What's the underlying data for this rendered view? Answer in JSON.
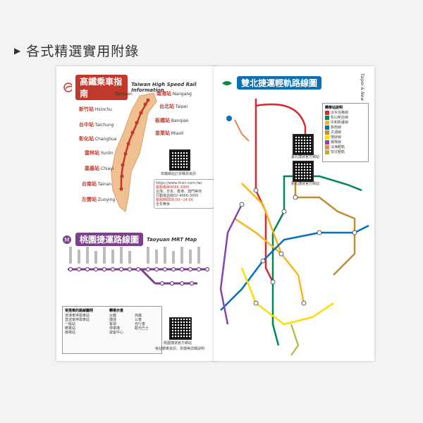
{
  "heading": {
    "marker": "▶",
    "text": "各式精選實用附錄"
  },
  "left": {
    "hsr": {
      "title": "高鐵乘車指南",
      "title_en": "Taiwan High Speed Rail Information",
      "stations": [
        {
          "zh": "桃園站",
          "en": "Taoyuan"
        },
        {
          "zh": "南港站",
          "en": "Nangang"
        },
        {
          "zh": "台北站",
          "en": "Taipei"
        },
        {
          "zh": "新竹站",
          "en": "Hsinchu"
        },
        {
          "zh": "板橋站",
          "en": "Banqiao"
        },
        {
          "zh": "苗栗站",
          "en": "Miaoli"
        },
        {
          "zh": "台中站",
          "en": "Taichung"
        },
        {
          "zh": "彰化站",
          "en": "Changhua"
        },
        {
          "zh": "雲林站",
          "en": "Yunlin"
        },
        {
          "zh": "嘉義站",
          "en": "Chiayi"
        },
        {
          "zh": "台南站",
          "en": "Tainan"
        },
        {
          "zh": "左營站",
          "en": "Zuoying"
        }
      ],
      "qr_caption": "高鐵網站訂票購票資訊",
      "info": [
        "https://www.thsrc.com.tw/",
        "客服專線4066-3000",
        "台灣、日本、香港、澳門等地",
        "行動電話撥02-4066-3000",
        "客服時間06:00~24:00",
        "全年無休"
      ]
    },
    "mrt": {
      "title": "桃園捷運路線圖",
      "title_en": "Taoyuan MRT Map",
      "legend_title": "常搭乘的路線圖例",
      "legend_title2": "轉乘示意",
      "legend_items": [
        "普通車停靠車站",
        "直達車停靠車站",
        "一般站",
        "轉乘站",
        "機場站"
      ],
      "legend_items2": [
        "台鐵",
        "高鐵",
        "捷運",
        "公車",
        "客運",
        "自行車",
        "停車場",
        "觀光巴士",
        "遊客中心"
      ],
      "qr_caption": "桃園捷運官方網站",
      "qr_caption2": "各站轉乘資訊、票價等詳細說明"
    }
  },
  "right": {
    "title": "雙北捷運輕軌路線圖",
    "title_en": "Taipei & New Taipei MRT Map",
    "legend_title": "轉乘站說明",
    "legend_items": [
      "淡水信義線",
      "松山新店線",
      "中和新蘆線",
      "板南線",
      "文湖線",
      "環狀線",
      "機場線",
      "淡海輕軌",
      "安坑輕軌"
    ],
    "qr_caption": "臺北捷運官方網站",
    "qr_caption2": "新北捷運官方網站"
  },
  "colors": {
    "hsr": "#c0392b",
    "taiwan": "#f0c090",
    "taoyuan": "#7b3f8c",
    "tamsui": "#d7282f",
    "songshan": "#008659",
    "zhonghe": "#f8b61c",
    "bannan": "#0070bd",
    "wenhu": "#c48c31",
    "circular": "#ffdb00",
    "airport": "#8246af"
  }
}
